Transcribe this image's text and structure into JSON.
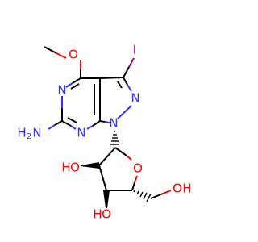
{
  "colors": {
    "carbon_bond": "#000000",
    "nitrogen": "#3333ff",
    "oxygen": "#ff0000",
    "iodine": "#940094",
    "background": "#ffffff"
  },
  "atoms": {
    "iodine": "I",
    "methoxy_o": "O",
    "n_pyrimidine_top": "N",
    "n_pyrazole_2": "N",
    "n_pyrazole_1": "N",
    "n_pyrimidine_bottom": "N",
    "amine_h": "H",
    "amine_n": "N",
    "amine_h2_sub": "2",
    "ring_o": "O",
    "hydroxyl_2_o": "O",
    "hydroxyl_2_h": "H",
    "hydroxyl_3_o": "O",
    "hydroxyl_3_h": "H",
    "hydroxymethyl_o": "O",
    "hydroxymethyl_h": "H"
  }
}
